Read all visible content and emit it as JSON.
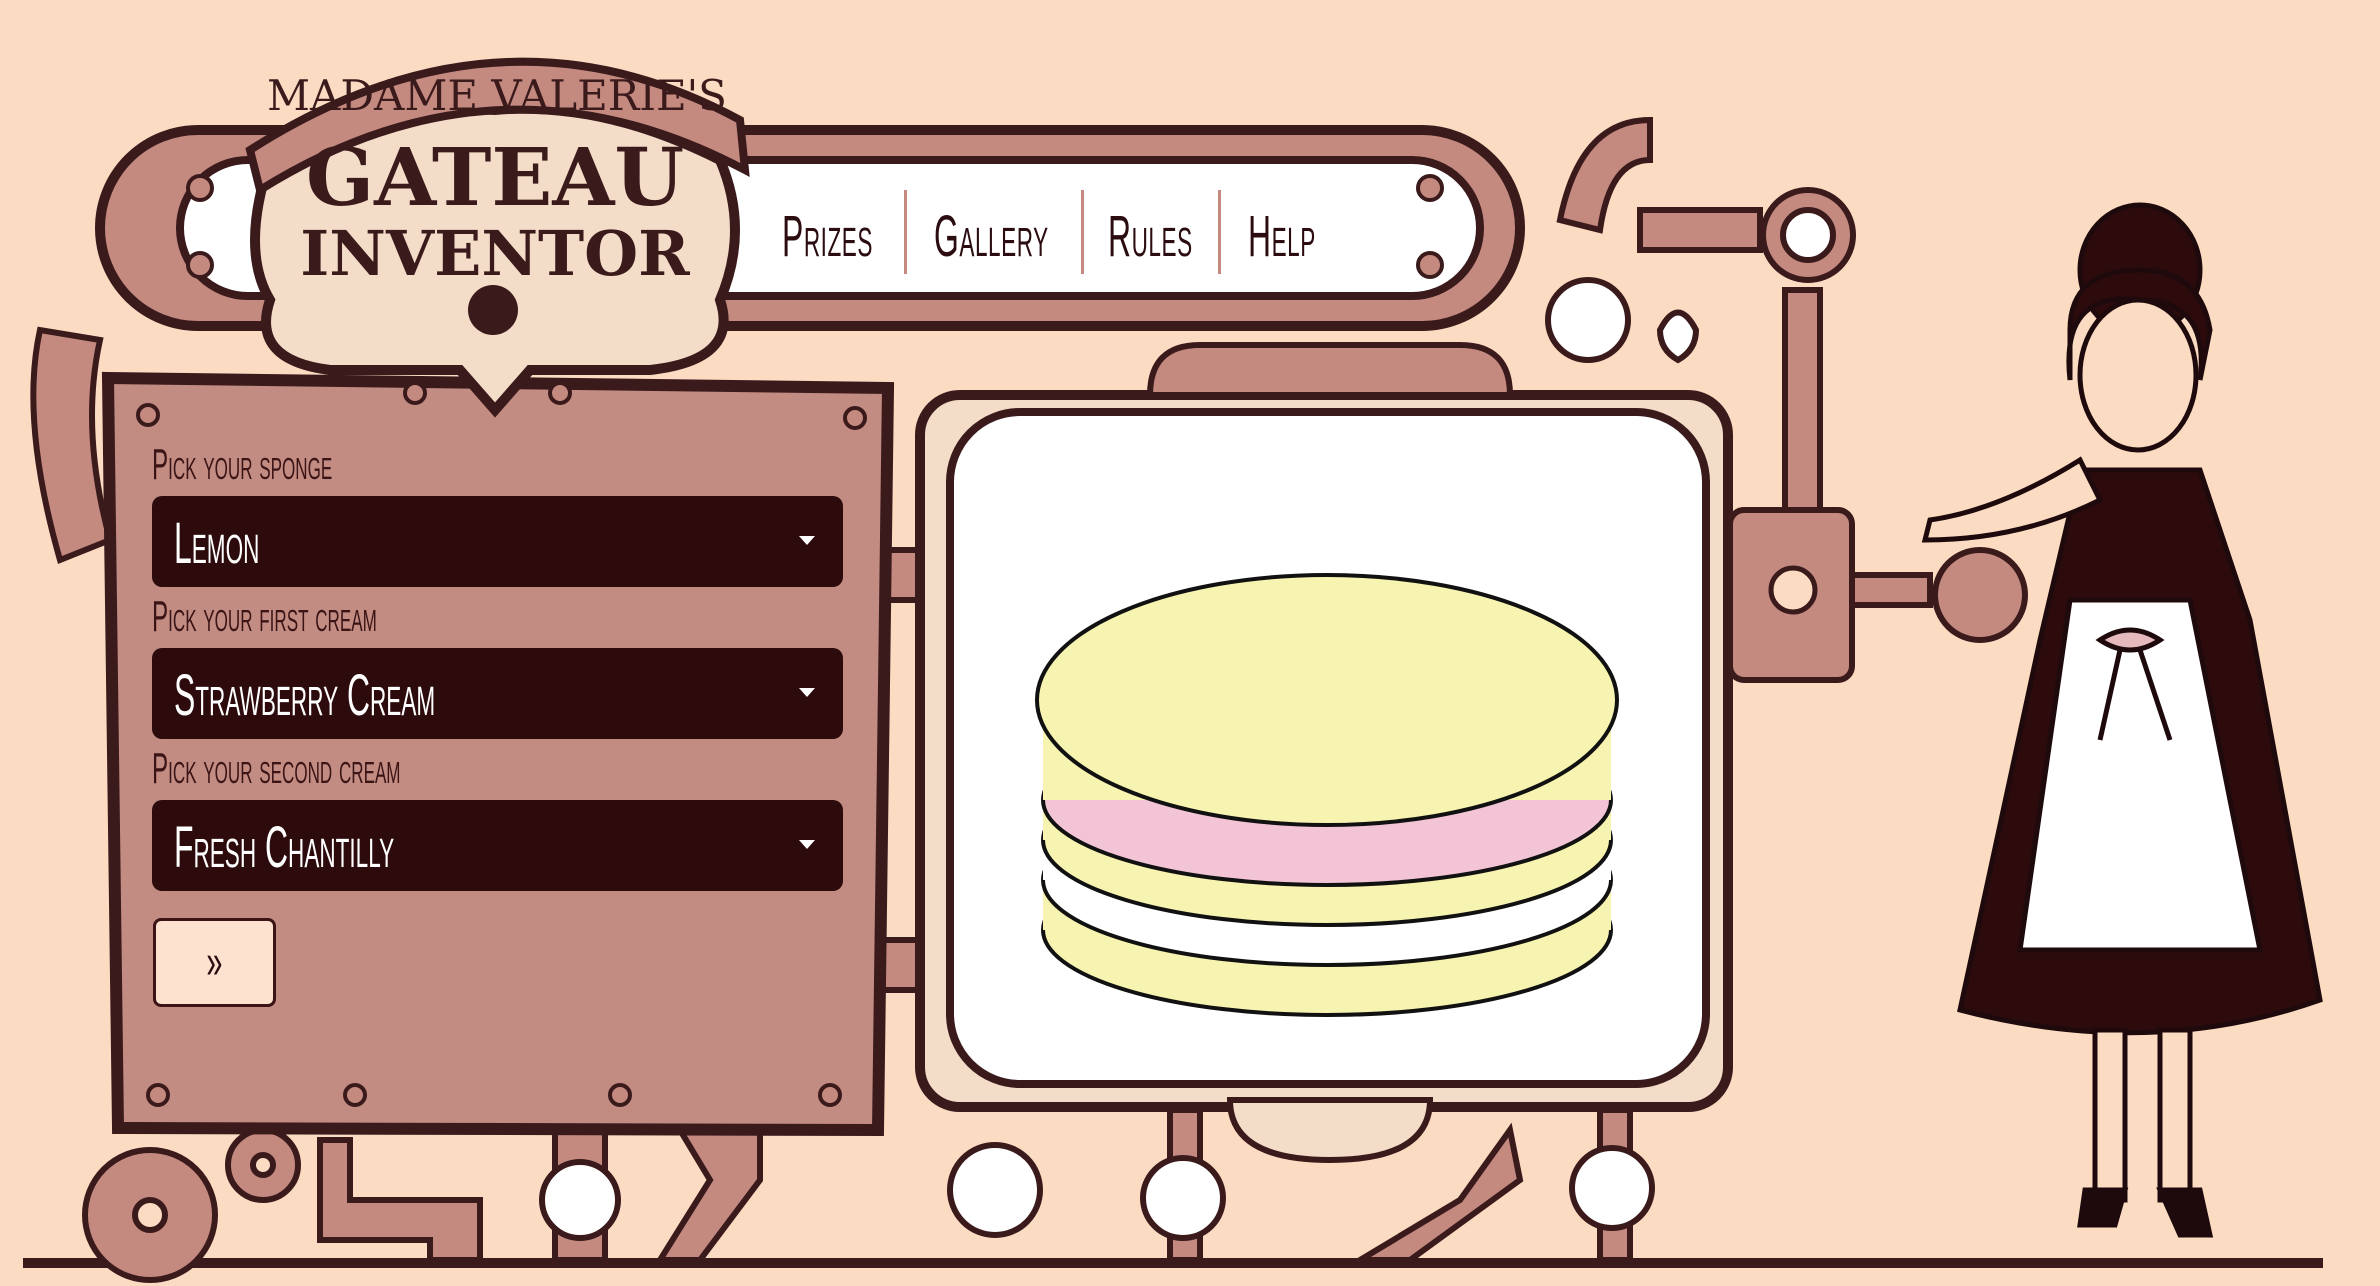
{
  "logo": {
    "banner": "Madame Valerie's",
    "title_line1": "Gateau",
    "title_line2": "Inventor"
  },
  "nav": {
    "items": [
      {
        "label": "Prizes"
      },
      {
        "label": "Gallery"
      },
      {
        "label": "Rules"
      },
      {
        "label": "Help"
      }
    ]
  },
  "form": {
    "sponge": {
      "label": "Pick your sponge",
      "value": "Lemon"
    },
    "first_cream": {
      "label": "Pick your first cream",
      "value": "Strawberry Cream"
    },
    "second_cream": {
      "label": "Pick your second cream",
      "value": "Fresh Chantilly"
    },
    "next_button": "»"
  },
  "colors": {
    "background": "#fbdcc2",
    "panel": "#c28c82",
    "dark": "#2d0b0d",
    "sponge": "#f7f3b0",
    "strawberry_cream": "#f2c4d6",
    "chantilly": "#ffffff"
  }
}
